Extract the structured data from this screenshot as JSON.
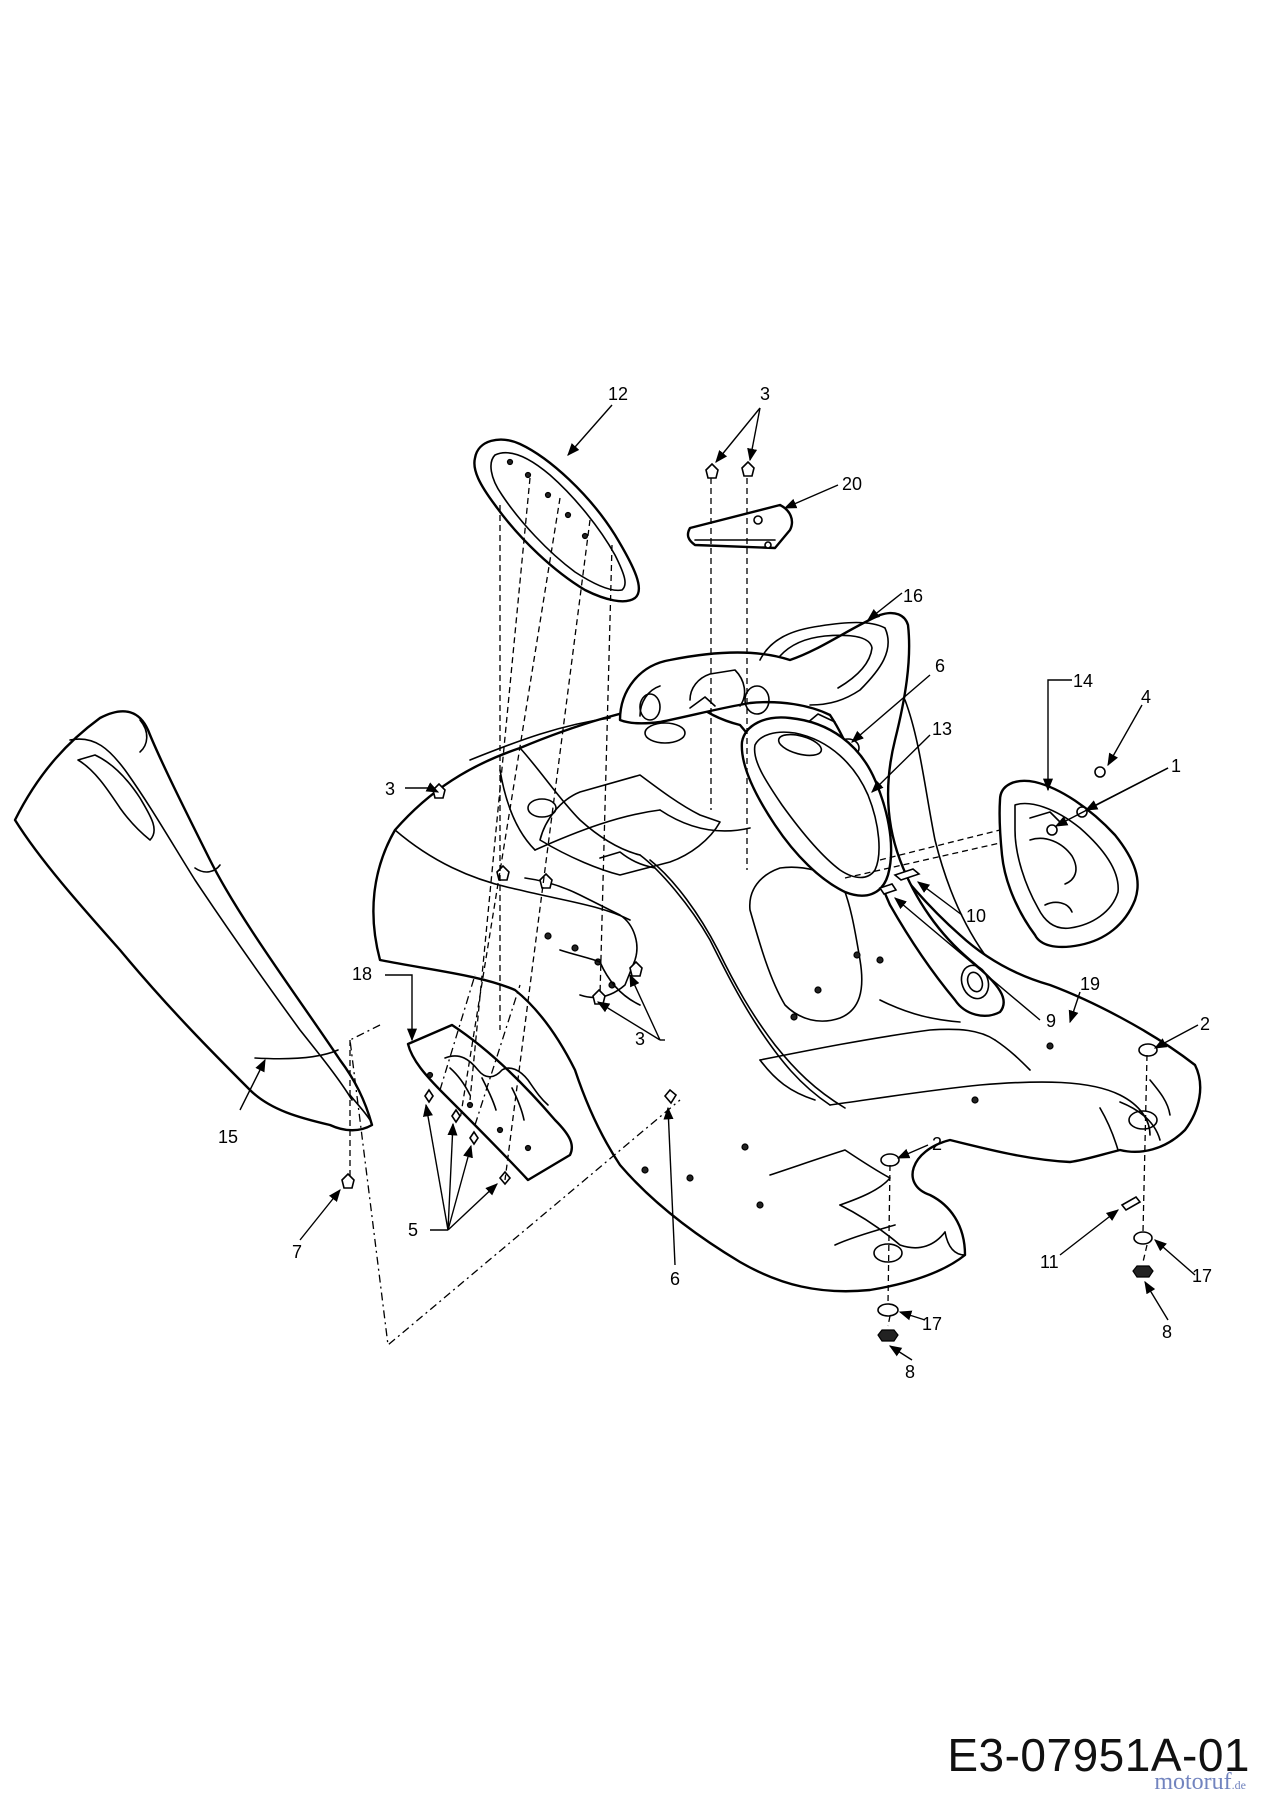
{
  "drawing_code": "E3-07951A-01",
  "watermark": {
    "name": "motoruf",
    "tld": ".de"
  },
  "callouts": {
    "c1": "1",
    "c2a": "2",
    "c2b": "2",
    "c3a": "3",
    "c3b": "3",
    "c3c": "3",
    "c4": "4",
    "c5": "5",
    "c6a": "6",
    "c6b": "6",
    "c7": "7",
    "c8a": "8",
    "c8b": "8",
    "c9": "9",
    "c10": "10",
    "c11": "11",
    "c12": "12",
    "c13": "13",
    "c14": "14",
    "c15": "15",
    "c16": "16",
    "c17a": "17",
    "c17b": "17",
    "c18": "18",
    "c19": "19",
    "c20": "20"
  },
  "colors": {
    "line": "#000000",
    "background": "#ffffff",
    "watermark": "#5a6fb5"
  }
}
